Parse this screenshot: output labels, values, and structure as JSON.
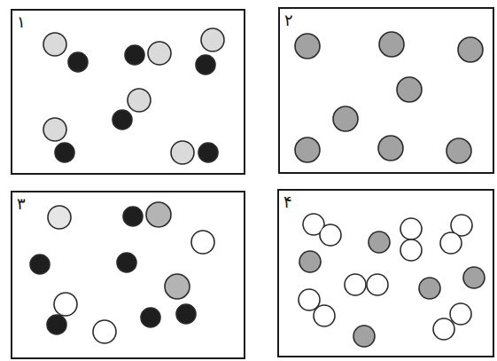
{
  "diagram": {
    "nodes": [
      {
        "text": [
          "۱"
        ]
      },
      {
        "text": [
          "۲"
        ]
      },
      {
        "text": [
          "۳"
        ]
      },
      {
        "text": [
          "۴"
        ]
      }
    ]
  }
}
